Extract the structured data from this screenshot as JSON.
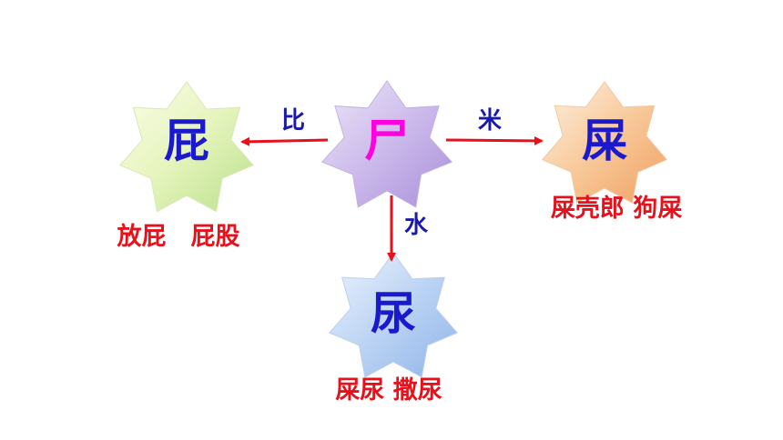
{
  "center": {
    "char": "尸"
  },
  "left": {
    "char": "屁",
    "edge": "比",
    "words": "放屁　屁股"
  },
  "right": {
    "char": "屎",
    "edge": "米",
    "words": "屎壳郎  狗屎"
  },
  "bottom": {
    "char": "尿",
    "edge": "水",
    "words": "屎尿  撒尿"
  },
  "colors": {
    "arrow": "#e8101a",
    "edge_text": "#1a1aa6",
    "word_text": "#e8101a",
    "char_center": "#ff00e1",
    "char_other": "#1a1acc"
  }
}
